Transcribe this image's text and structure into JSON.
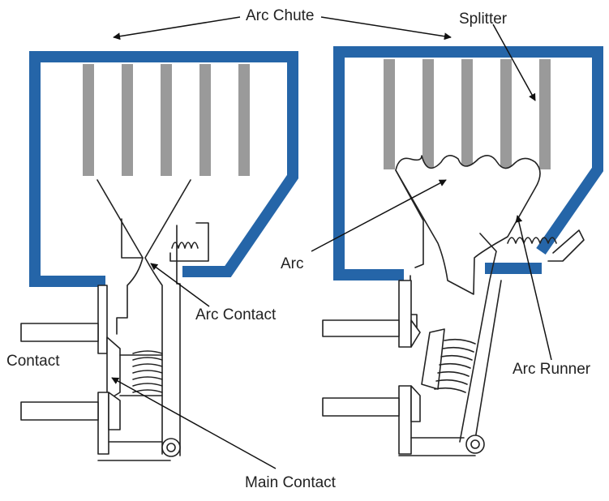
{
  "labels": {
    "arc_chute": "Arc Chute",
    "splitter": "Splitter",
    "arc": "Arc",
    "arc_contact": "Arc Contact",
    "contact": "Contact",
    "arc_runner": "Arc Runner",
    "main_contact": "Main Contact"
  },
  "colors": {
    "chute_frame": "#2565a8",
    "splitter_plate": "#9a9a9a",
    "line": "#222222",
    "text": "#222222"
  }
}
